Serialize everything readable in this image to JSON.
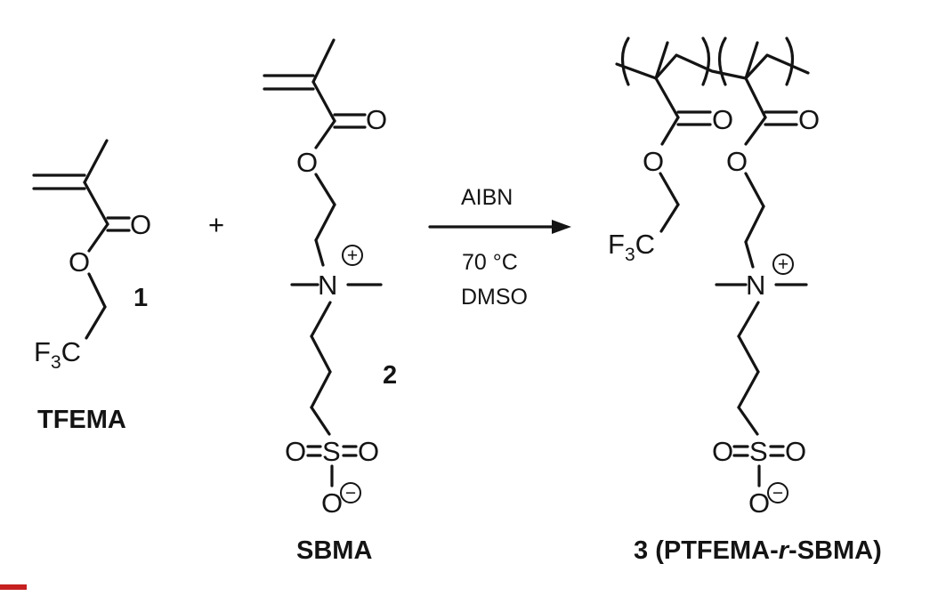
{
  "reactant1": {
    "name": "TFEMA",
    "number": "1",
    "atoms": {
      "carbonyl_o": "O",
      "ester_o": "O",
      "cf3": "F",
      "cf3_sub": "3",
      "cf3_c": "C"
    }
  },
  "plus": "+",
  "reactant2": {
    "name": "SBMA",
    "number": "2",
    "atoms": {
      "carbonyl_o": "O",
      "ester_o": "O",
      "n": "N",
      "charge_plus": "+",
      "s": "S",
      "so_left": "O",
      "so_right": "O",
      "so_bottom": "O",
      "charge_minus": "−"
    }
  },
  "conditions": {
    "reagent": "AIBN",
    "temperature": "70 °C",
    "solvent": "DMSO"
  },
  "product": {
    "label_number": "3",
    "label_open": "(PTFEMA-",
    "label_r": "r",
    "label_close": "-SBMA)",
    "atoms": {
      "carbonyl_o1": "O",
      "ester_o1": "O",
      "cf3": "F",
      "cf3_sub": "3",
      "cf3_c": "C",
      "carbonyl_o2": "O",
      "ester_o2": "O",
      "n": "N",
      "charge_plus": "+",
      "s": "S",
      "so_left": "O",
      "so_right": "O",
      "so_bottom": "O",
      "charge_minus": "−"
    }
  },
  "colors": {
    "ink": "#141414",
    "background": "#ffffff",
    "accent_bar": "#c62020"
  }
}
